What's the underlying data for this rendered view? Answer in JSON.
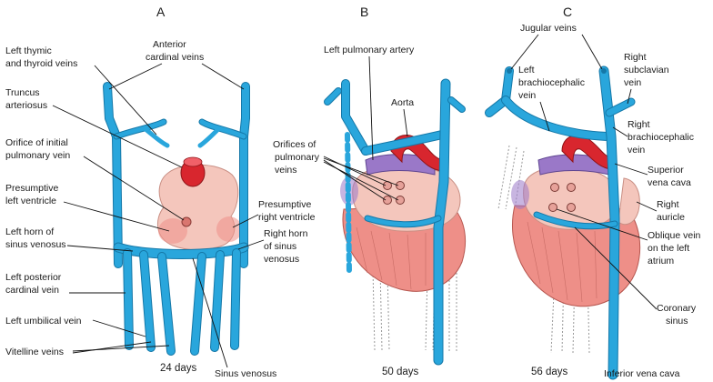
{
  "colors": {
    "vein": "#29a6dc",
    "vein_dark": "#1578a8",
    "heart": "#f4c6bc",
    "ventricle": "#ee8f88",
    "aorta": "#d8262e",
    "pulmonary_artery": "#9a78c8"
  },
  "panels": [
    {
      "letter": "A",
      "age": "24 days"
    },
    {
      "letter": "B",
      "age": "50 days"
    },
    {
      "letter": "C",
      "age": "56 days"
    }
  ],
  "labels": {
    "a_left_thymic_1": "Left thymic",
    "a_left_thymic_2": "and thyroid veins",
    "a_anterior_cardinal_1": "Anterior",
    "a_anterior_cardinal_2": "cardinal veins",
    "a_truncus_1": "Truncus",
    "a_truncus_2": "arteriosus",
    "a_orifice_1": "Orifice of initial",
    "a_orifice_2": "pulmonary vein",
    "a_presumptive_left_1": "Presumptive",
    "a_presumptive_left_2": "left ventricle",
    "a_presumptive_right_1": "Presumptive",
    "a_presumptive_right_2": "right ventricle",
    "a_left_horn_1": "Left horn of",
    "a_left_horn_2": "sinus venosus",
    "a_right_horn_1": "Right horn",
    "a_right_horn_2": "of sinus",
    "a_right_horn_3": "venosus",
    "a_left_posterior_1": "Left posterior",
    "a_left_posterior_2": "cardinal vein",
    "a_left_umbilical": "Left umbilical vein",
    "a_vitelline": "Vitelline veins",
    "a_sinus_venosus": "Sinus venosus",
    "b_left_pulmonary_artery": "Left pulmonary artery",
    "b_aorta": "Aorta",
    "b_orifices_1": "Orifices of",
    "b_orifices_2": "pulmonary",
    "b_orifices_3": "veins",
    "c_jugular": "Jugular veins",
    "c_left_brachio_1": "Left",
    "c_left_brachio_2": "brachiocephalic",
    "c_left_brachio_3": "vein",
    "c_right_subclavian_1": "Right",
    "c_right_subclavian_2": "subclavian",
    "c_right_subclavian_3": "vein",
    "c_right_brachio_1": "Right",
    "c_right_brachio_2": "brachiocephalic",
    "c_right_brachio_3": "vein",
    "c_superior_1": "Superior",
    "c_superior_2": "vena cava",
    "c_right_auricle_1": "Right",
    "c_right_auricle_2": "auricle",
    "c_oblique_1": "Oblique vein",
    "c_oblique_2": "on the left",
    "c_oblique_3": "atrium",
    "c_coronary_1": "Coronary",
    "c_coronary_2": "sinus",
    "c_inferior": "Inferior vena cava"
  }
}
